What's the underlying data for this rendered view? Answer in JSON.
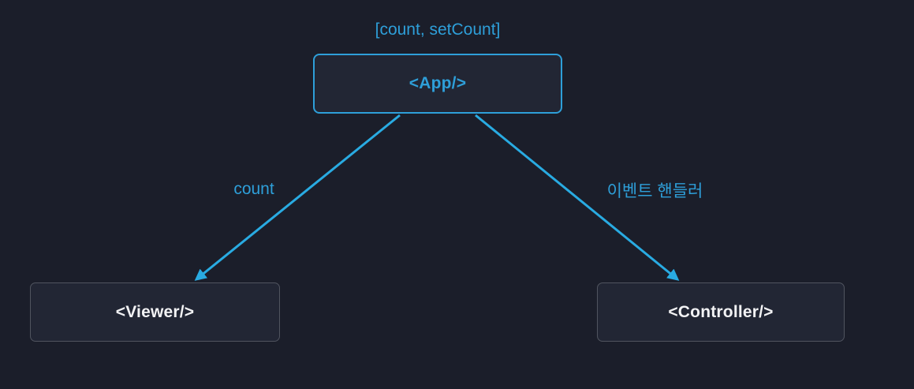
{
  "colors": {
    "background": "#1b1e2a",
    "node_fill": "#222634",
    "accent_blue": "#2e9fd9",
    "arrow_blue": "#29abe2",
    "muted_border": "#50545f",
    "text_white": "#f2f2f4"
  },
  "nodes": {
    "app": {
      "label": "<App/>",
      "state_label": "[count, setCount]"
    },
    "viewer": {
      "label": "<Viewer/>"
    },
    "controller": {
      "label": "<Controller/>"
    }
  },
  "edges": {
    "app_to_viewer": {
      "label": "count"
    },
    "app_to_controller": {
      "label": "이벤트 핸들러"
    }
  }
}
